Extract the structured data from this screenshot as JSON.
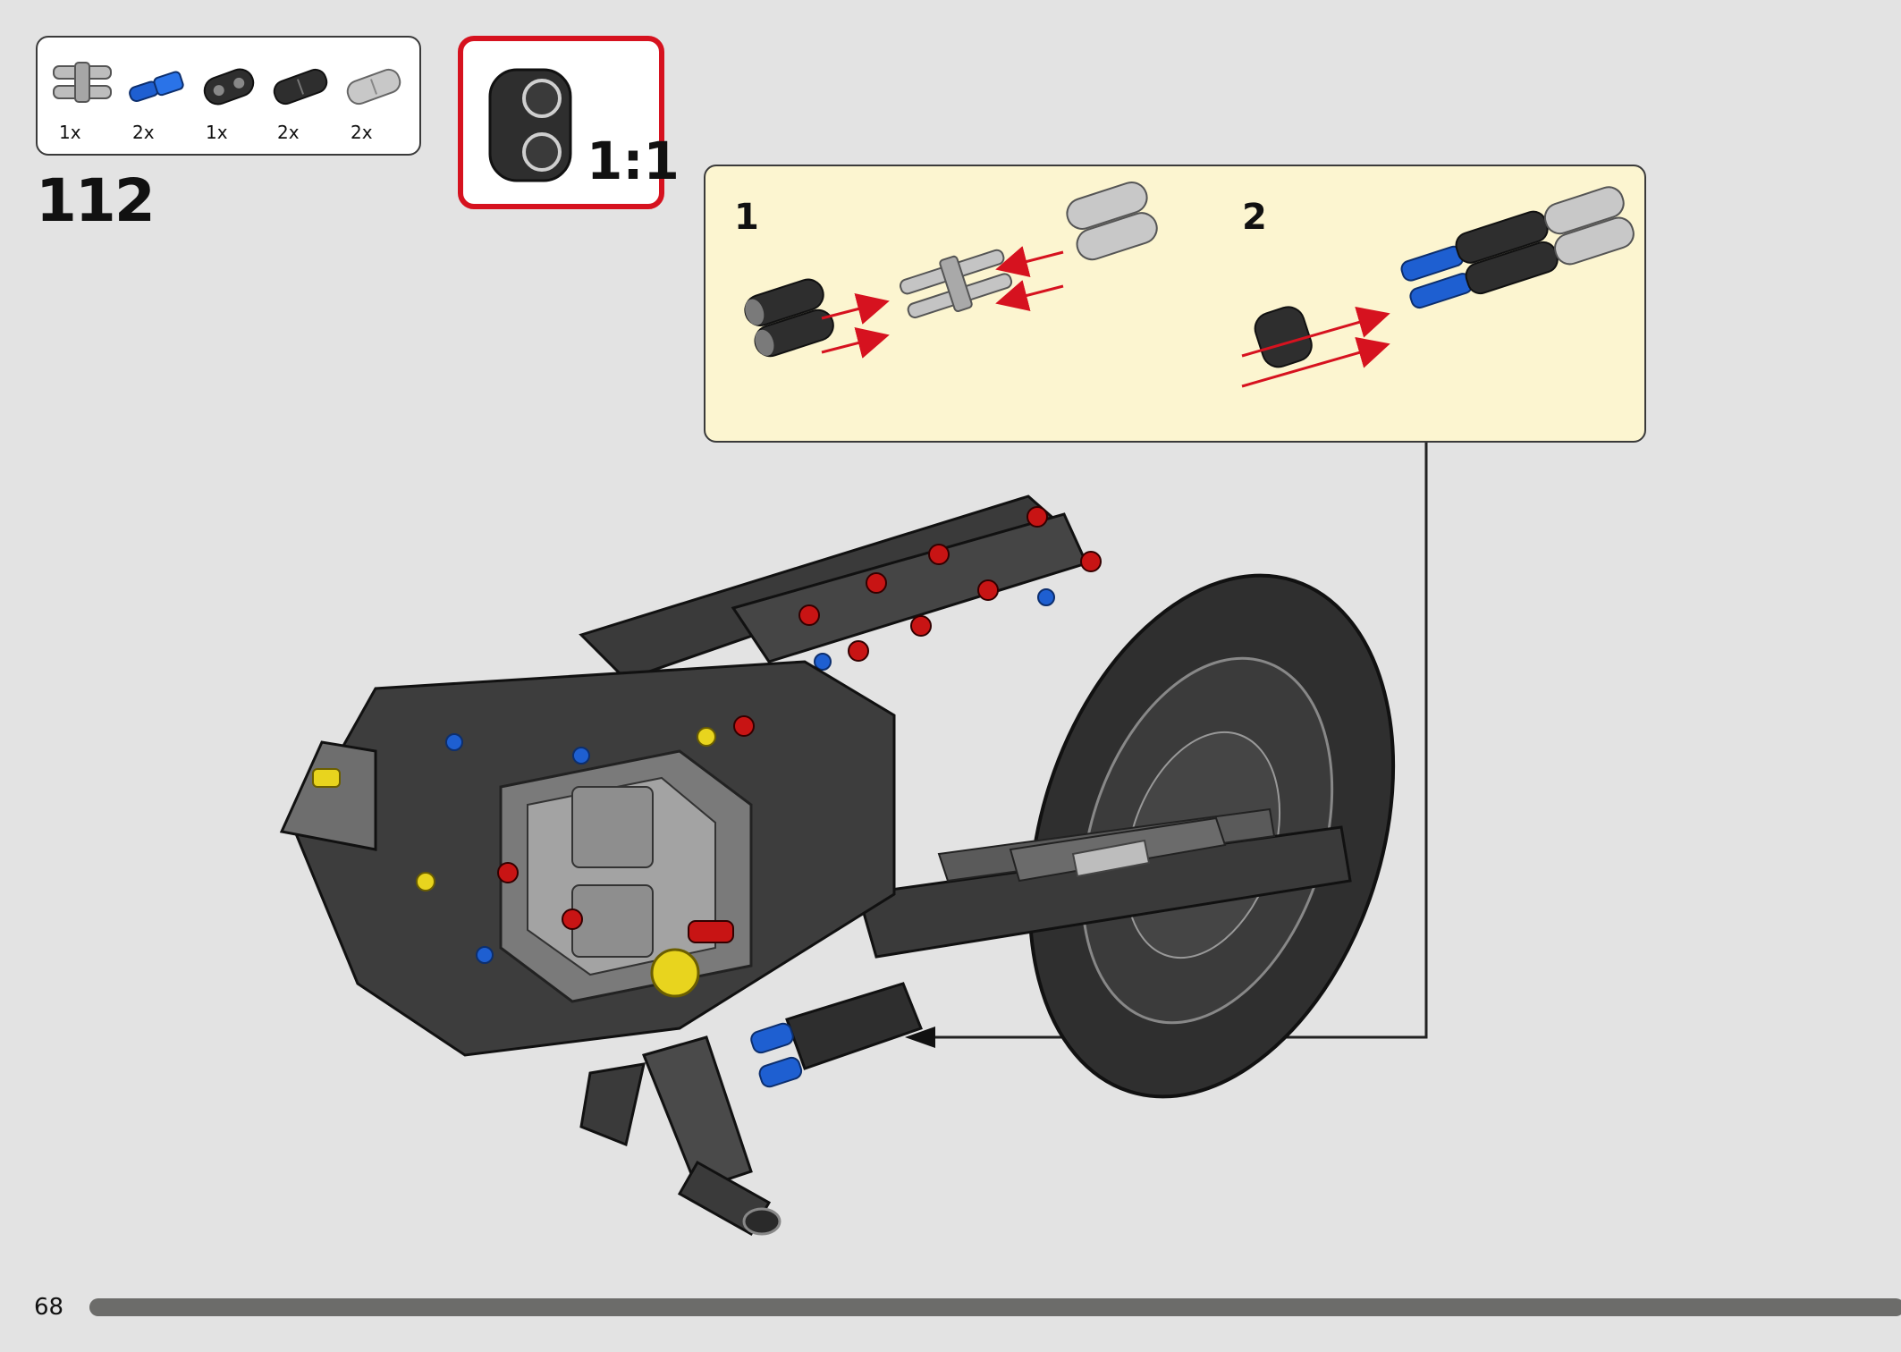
{
  "parts_list": [
    {
      "name": "double pin connector light gray",
      "quantity": "1x"
    },
    {
      "name": "blue axle pin",
      "quantity": "2x"
    },
    {
      "name": "black double bushing",
      "quantity": "1x"
    },
    {
      "name": "black pin connector",
      "quantity": "2x"
    },
    {
      "name": "light gray pin connector",
      "quantity": "2x"
    }
  ],
  "step": {
    "number": "112"
  },
  "scale_callout": {
    "label": "1:1",
    "part": "black double bushing"
  },
  "sub_steps": [
    {
      "label": "1"
    },
    {
      "label": "2"
    }
  ],
  "footer": {
    "page_number": "68",
    "progress": 1.0
  },
  "colors": {
    "background": "#e3e3e3",
    "callout_fill": "#fcf5d0",
    "scale_border": "#d6121f",
    "arrow_red": "#d6121f",
    "part_black": "#2e2e2e",
    "part_gray": "#bfbfbf",
    "part_blue": "#1e5fd1",
    "progress_fill": "#6c6c6a"
  }
}
